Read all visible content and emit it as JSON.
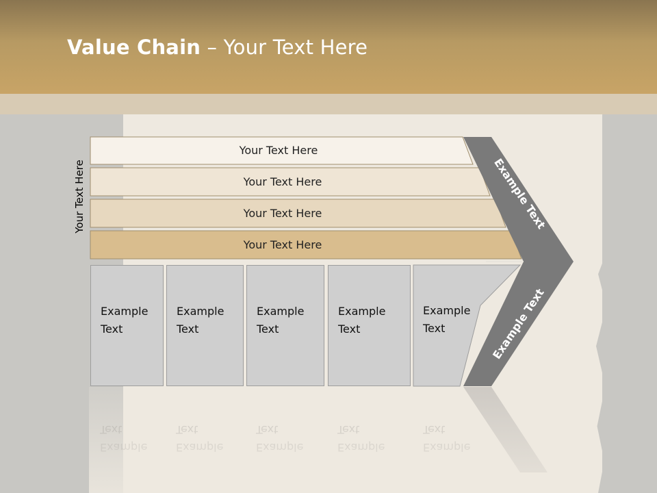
{
  "slide": {
    "title_bold": "Value Chain",
    "title_rest": " – Your Text Here"
  },
  "side_label": "Your Text Here",
  "support_bars": [
    {
      "label": "Your Text Here",
      "color": "#f7f2ea"
    },
    {
      "label": "Your Text Here",
      "color": "#efe5d5"
    },
    {
      "label": "Your Text Here",
      "color": "#e7d8bf"
    },
    {
      "label": "Your Text Here",
      "color": "#d9bd8e"
    }
  ],
  "primary_boxes": [
    {
      "line1": "Example",
      "line2": "Text"
    },
    {
      "line1": "Example",
      "line2": "Text"
    },
    {
      "line1": "Example",
      "line2": "Text"
    },
    {
      "line1": "Example",
      "line2": "Text"
    },
    {
      "line1": "Example",
      "line2": "Text"
    }
  ],
  "chevron": {
    "upper_text": "Example Text",
    "lower_text": "Example Text",
    "color": "#7a7a7a"
  }
}
